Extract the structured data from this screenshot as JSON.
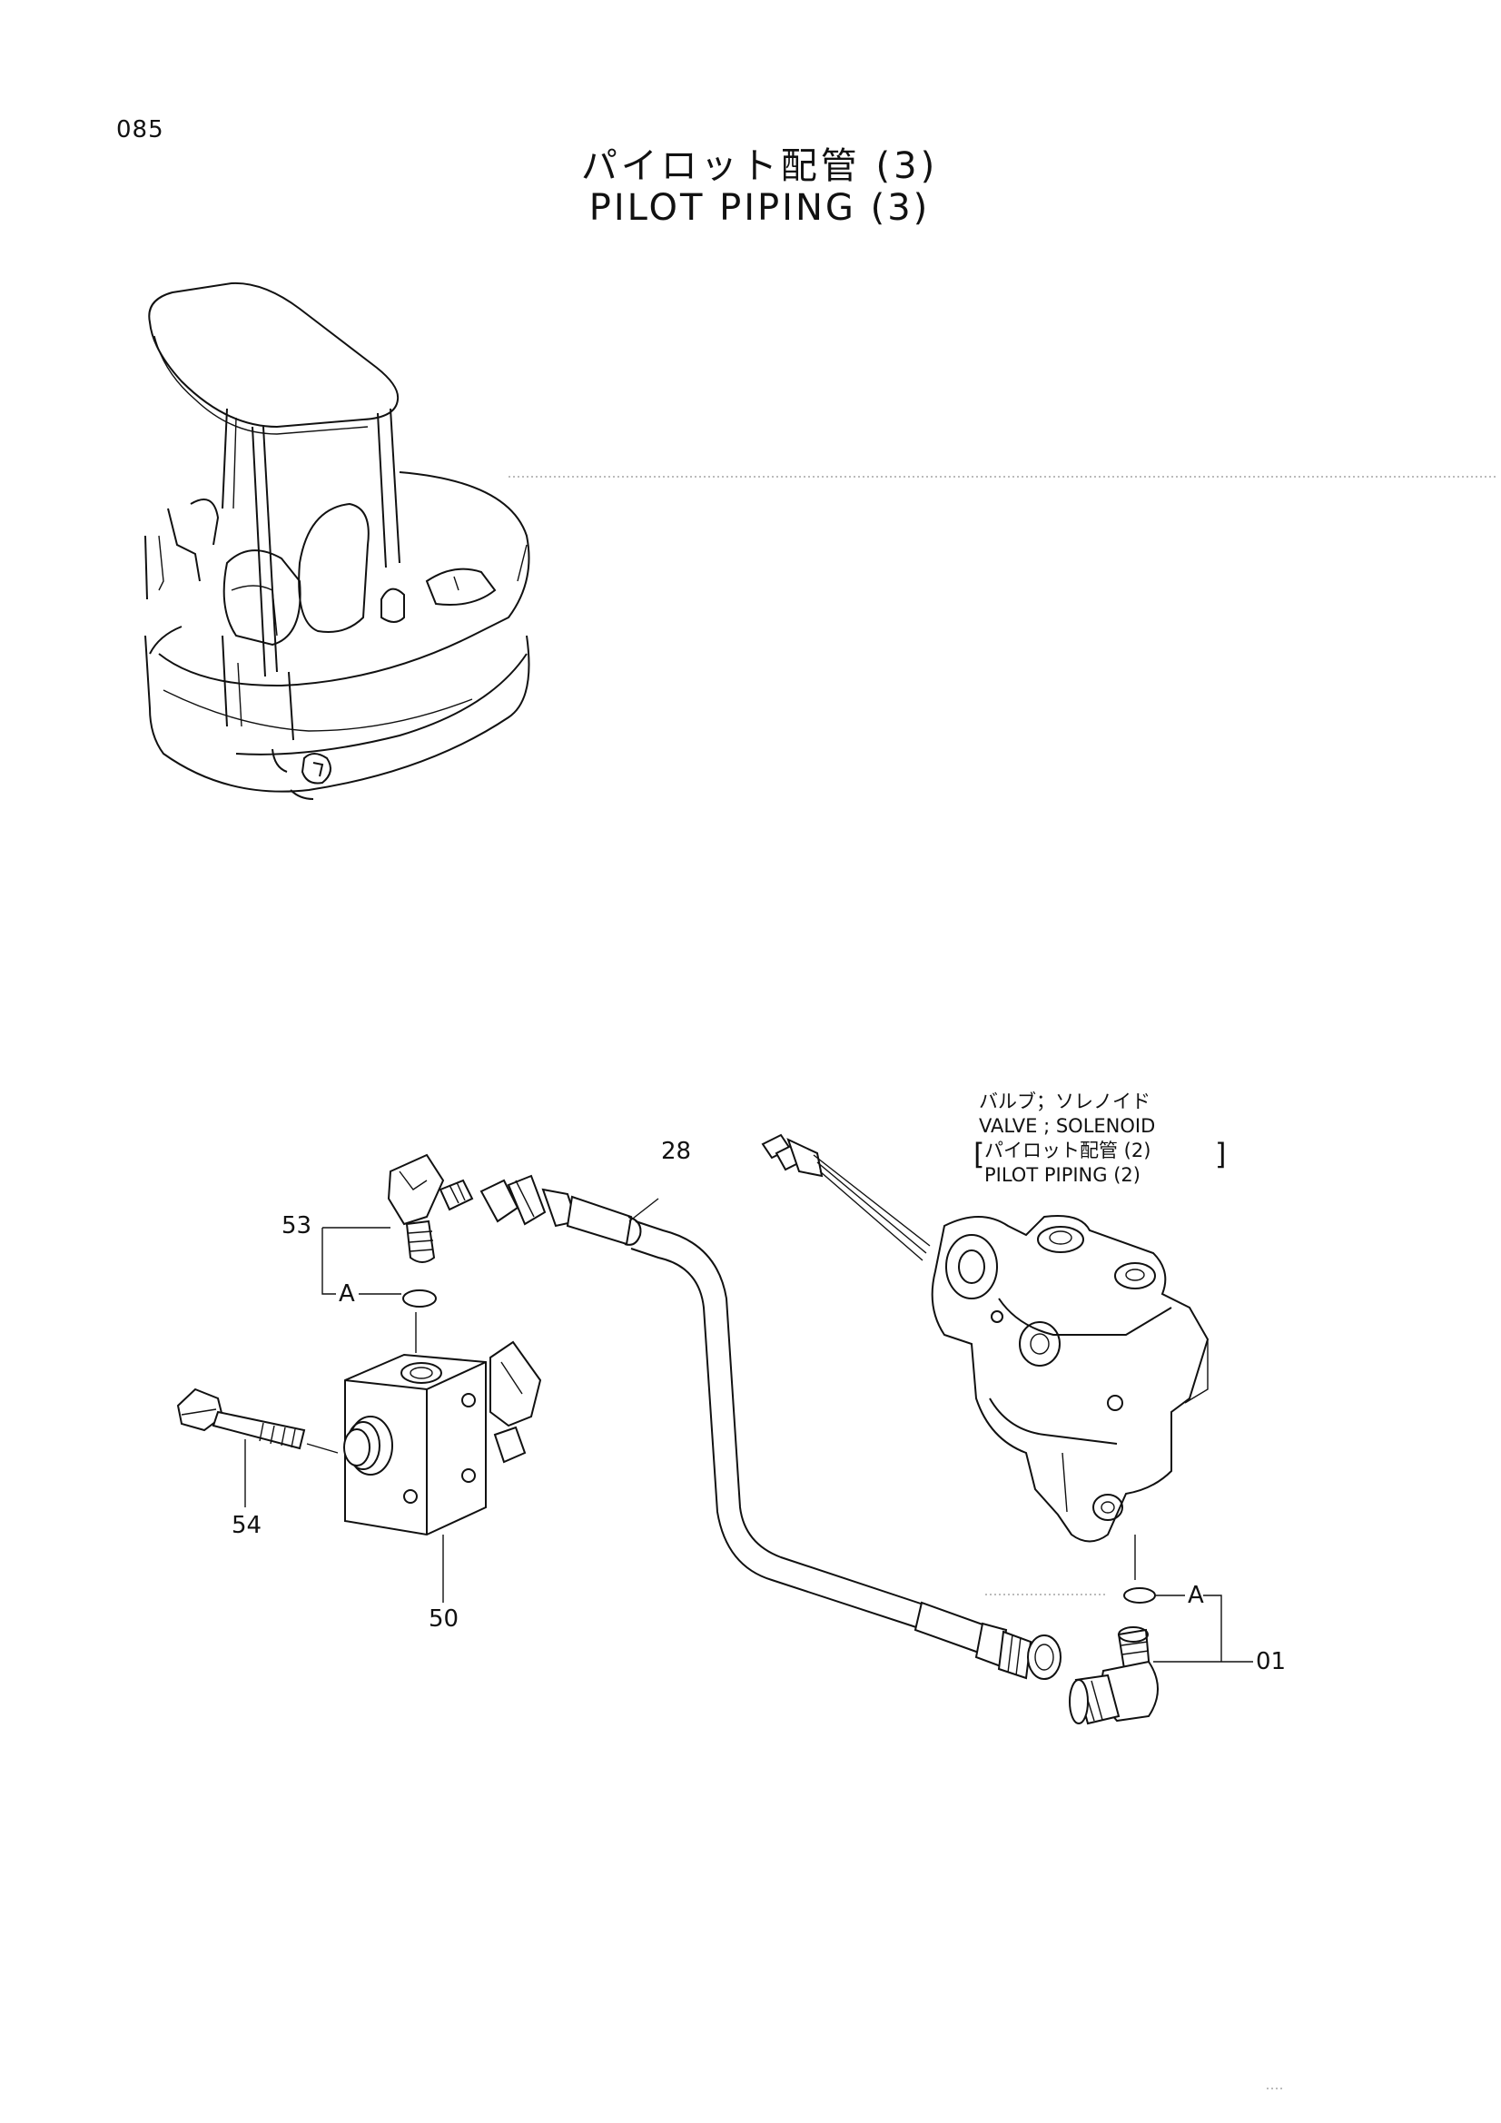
{
  "page_number": "085",
  "title_jp": "パイロット配管 (3)",
  "title_en": "PILOT PIPING (3)",
  "callouts": {
    "p53": "53",
    "p54": "54",
    "p50": "50",
    "p28": "28",
    "p01": "01",
    "a_left": "A",
    "a_right": "A"
  },
  "reference": {
    "line1": "バルブ；ソレノイド",
    "line2": "VALVE ; SOLENOID",
    "line3": "パイロット配管 (2)",
    "line4": "PILOT PIPING (2)"
  }
}
